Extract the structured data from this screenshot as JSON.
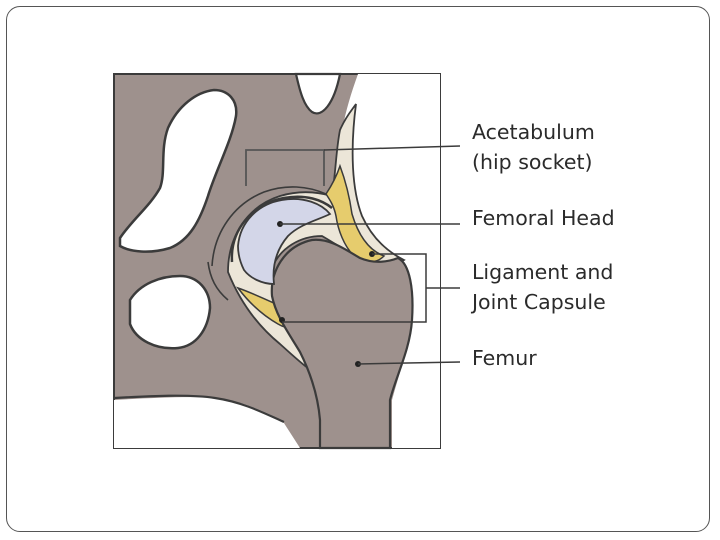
{
  "labels": {
    "acetabulum": {
      "line1": "Acetabulum",
      "line2": "(hip socket)"
    },
    "femoral_head": "Femoral Head",
    "ligament": {
      "line1": "Ligament and",
      "line2": "Joint Capsule"
    },
    "femur": "Femur"
  },
  "colors": {
    "bone": "#9e918d",
    "cartilage": "#d3d6e8",
    "ligament": "#e6cc6d",
    "capsule": "#ece6d8",
    "outline": "#3b3b3b"
  }
}
